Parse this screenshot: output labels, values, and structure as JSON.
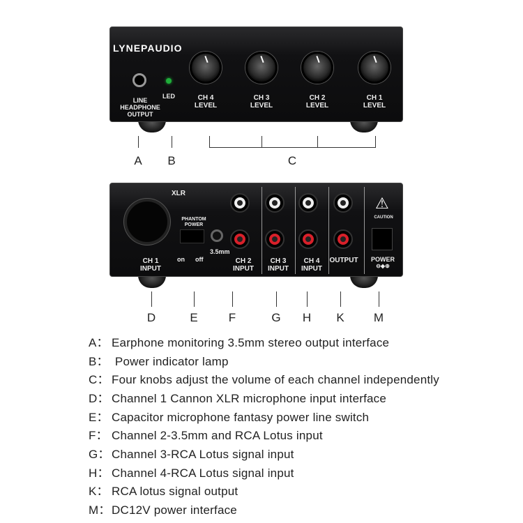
{
  "front": {
    "brand": "LYNEPAUDIO",
    "headphone": "LINE\nHEADPHONE\nOUTPUT",
    "led": "LED",
    "knobs": [
      "CH 4\nLEVEL",
      "CH 3\nLEVEL",
      "CH 2\nLEVEL",
      "CH 1\nLEVEL"
    ],
    "letters": [
      "A",
      "B",
      "C"
    ]
  },
  "back": {
    "xlr": "XLR",
    "ch1": "CH 1\nINPUT",
    "phantom": "PHANTOM\nPOWER",
    "on": "on",
    "off": "off",
    "mm": "3.5mm",
    "ch2": "CH 2\nINPUT",
    "ch3": "CH 3\nINPUT",
    "ch4": "CH 4\nINPUT",
    "output": "OUTPUT",
    "caution": "CAUTION",
    "power": "POWER",
    "polarity": "⊖◆⊕",
    "letters": [
      "D",
      "E",
      "F",
      "G",
      "H",
      "K",
      "M"
    ]
  },
  "legend": [
    {
      "key": "A：",
      "text": "Earphone monitoring 3.5mm stereo output interface"
    },
    {
      "key": "B：",
      "text": " Power indicator lamp"
    },
    {
      "key": "C：",
      "text": "Four knobs adjust the volume of each channel independently"
    },
    {
      "key": "D：",
      "text": "Channel 1 Cannon XLR microphone input interface"
    },
    {
      "key": "E：",
      "text": "Capacitor microphone fantasy power line switch"
    },
    {
      "key": "F：",
      "text": "Channel 2-3.5mm and RCA Lotus input"
    },
    {
      "key": "G：",
      "text": "Channel 3-RCA Lotus signal input"
    },
    {
      "key": "H：",
      "text": "Channel 4-RCA Lotus signal input"
    },
    {
      "key": "K：",
      "text": "RCA lotus signal output"
    },
    {
      "key": "M：",
      "text": "DC12V power interface"
    }
  ],
  "colors": {
    "led": "#1fae3a",
    "rca_red": "#d8202a",
    "panel": "#111113"
  }
}
